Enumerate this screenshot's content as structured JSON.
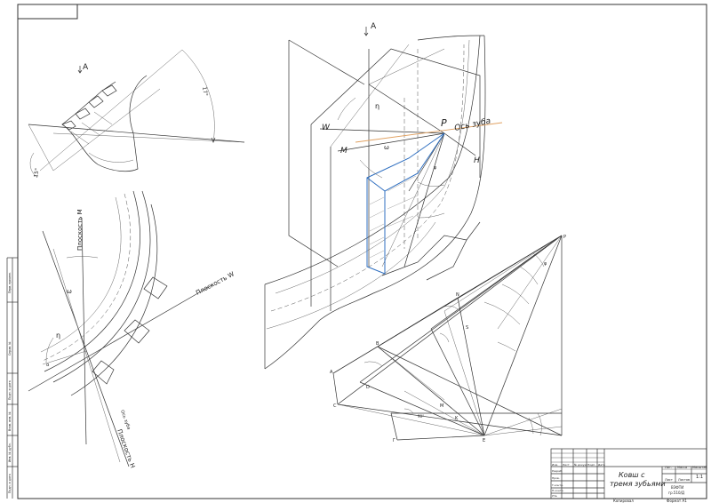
{
  "left_view": {
    "arrow_label": "A",
    "angle_large": "17°",
    "angle_small": "15°"
  },
  "bottom_left_view": {
    "plane_m": "Плоскость M",
    "plane_w": "Плоскость W",
    "plane_h": "Плоскость H",
    "tooth_axis": "Ось зуба",
    "omega": "ω",
    "eta": "η",
    "alpha": "α"
  },
  "iso_view": {
    "arrow_label": "A",
    "w": "W",
    "m": "M",
    "h": "H",
    "p": "P",
    "tooth_axis": "Ось зуба",
    "eta": "η",
    "omega": "ω",
    "psi": "ψ"
  },
  "triangle_view": {
    "p": "P",
    "n": "N",
    "b": "B",
    "a": "A",
    "c": "C",
    "d": "D",
    "g": "Г",
    "e": "E",
    "m": "M",
    "k": "K",
    "s": "S",
    "phi": "φ",
    "deg90": "90°"
  },
  "title_block": {
    "title_line1": "Ковш с",
    "title_line2": "тремя зубьями",
    "sheet_label": "Лит.",
    "mass_label": "Масса",
    "scale_label": "Масштаб",
    "scale_value": "1:1",
    "sheet_of": "Лист",
    "sheets_total": "Листов",
    "org_line1": "ВЗФТИ",
    "org_line2": "гр.510/Д",
    "copied": "Копировал",
    "format": "Формат  А1",
    "rows": [
      "Изм.",
      "Лист",
      "№ докум.",
      "Подп.",
      "Дата"
    ],
    "roles": [
      "Разраб.",
      "Пров.",
      "Т.контр.",
      "Н.контр.",
      "Утв."
    ]
  },
  "left_margin": {
    "inv_orig": "Инв. № подл.",
    "sign_date": "Подп. и дата",
    "inv_dup": "Инв. № дубл.",
    "vz_inv": "Взам. инв. №",
    "sign_date2": "Подп. и дата",
    "ref_no": "Справ. №",
    "perv_prim": "Перв. примен."
  }
}
